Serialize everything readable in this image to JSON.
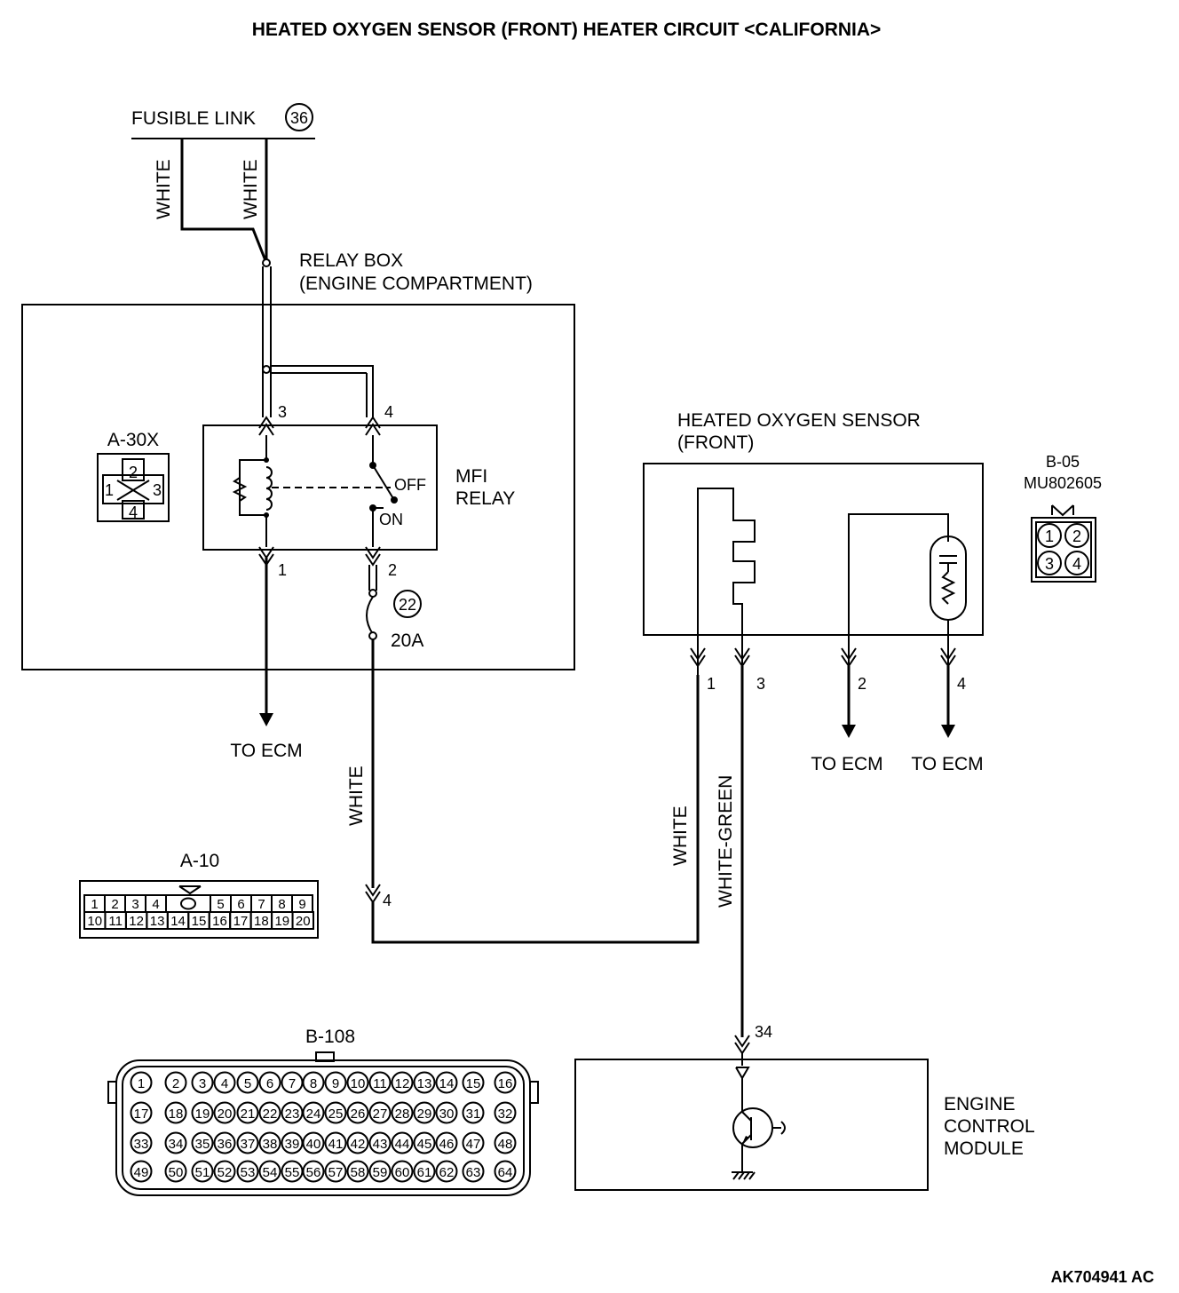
{
  "title": "HEATED OXYGEN SENSOR (FRONT) HEATER CIRCUIT <CALIFORNIA>",
  "fusible_link": {
    "label": "FUSIBLE LINK",
    "number": "36"
  },
  "wire_colors": {
    "white": "WHITE",
    "white_green": "WHITE-GREEN"
  },
  "relay_box": {
    "line1": "RELAY BOX",
    "line2": "(ENGINE COMPARTMENT)"
  },
  "relay_connector": {
    "id": "A-30X",
    "pins": [
      "1",
      "2",
      "3",
      "4"
    ]
  },
  "mfi_relay": {
    "line1": "MFI",
    "line2": "RELAY",
    "off": "OFF",
    "on": "ON",
    "terminals": [
      "1",
      "2",
      "3",
      "4"
    ]
  },
  "fuse": {
    "number": "22",
    "rating": "20A"
  },
  "to_ecm": "TO ECM",
  "a10": {
    "id": "A-10",
    "row1": [
      "1",
      "2",
      "3",
      "4",
      "",
      "5",
      "6",
      "7",
      "8",
      "9"
    ],
    "row2": [
      "10",
      "11",
      "12",
      "13",
      "14",
      "15",
      "16",
      "17",
      "18",
      "19",
      "20"
    ],
    "pin": "4"
  },
  "sensor": {
    "line1": "HEATED OXYGEN SENSOR",
    "line2": "(FRONT)",
    "pins": [
      "1",
      "3",
      "2",
      "4"
    ]
  },
  "b05": {
    "id": "B-05",
    "part": "MU802605",
    "pins": [
      "1",
      "2",
      "3",
      "4"
    ]
  },
  "b108": {
    "id": "B-108",
    "rows": [
      [
        "1",
        "2",
        "3",
        "4",
        "5",
        "6",
        "7",
        "8",
        "9",
        "10",
        "11",
        "12",
        "13",
        "14",
        "15",
        "16"
      ],
      [
        "17",
        "18",
        "19",
        "20",
        "21",
        "22",
        "23",
        "24",
        "25",
        "26",
        "27",
        "28",
        "29",
        "30",
        "31",
        "32"
      ],
      [
        "33",
        "34",
        "35",
        "36",
        "37",
        "38",
        "39",
        "40",
        "41",
        "42",
        "43",
        "44",
        "45",
        "46",
        "47",
        "48"
      ],
      [
        "49",
        "50",
        "51",
        "52",
        "53",
        "54",
        "55",
        "56",
        "57",
        "58",
        "59",
        "60",
        "61",
        "62",
        "63",
        "64"
      ]
    ]
  },
  "ecm": {
    "line1": "ENGINE",
    "line2": "CONTROL",
    "line3": "MODULE",
    "pin": "34"
  },
  "code": "AK704941 AC"
}
